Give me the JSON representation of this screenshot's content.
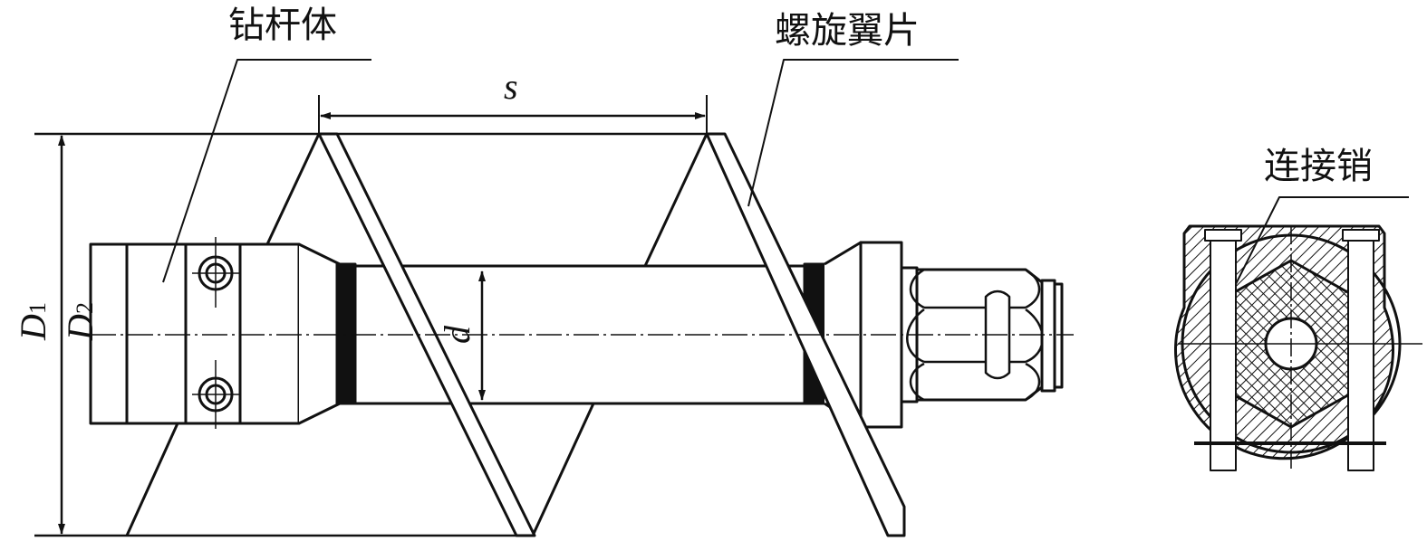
{
  "labels": {
    "drill_body": "钻杆体",
    "spiral_blade": "螺旋翼片",
    "connecting_pin": "连接销"
  },
  "dimensions": {
    "pitch": "s",
    "outer_diameter": "D",
    "outer_diameter_sub": "1",
    "body_diameter": "D",
    "body_diameter_sub": "2",
    "tube_diameter": "d"
  },
  "colors": {
    "line": "#111111",
    "background": "#ffffff"
  }
}
